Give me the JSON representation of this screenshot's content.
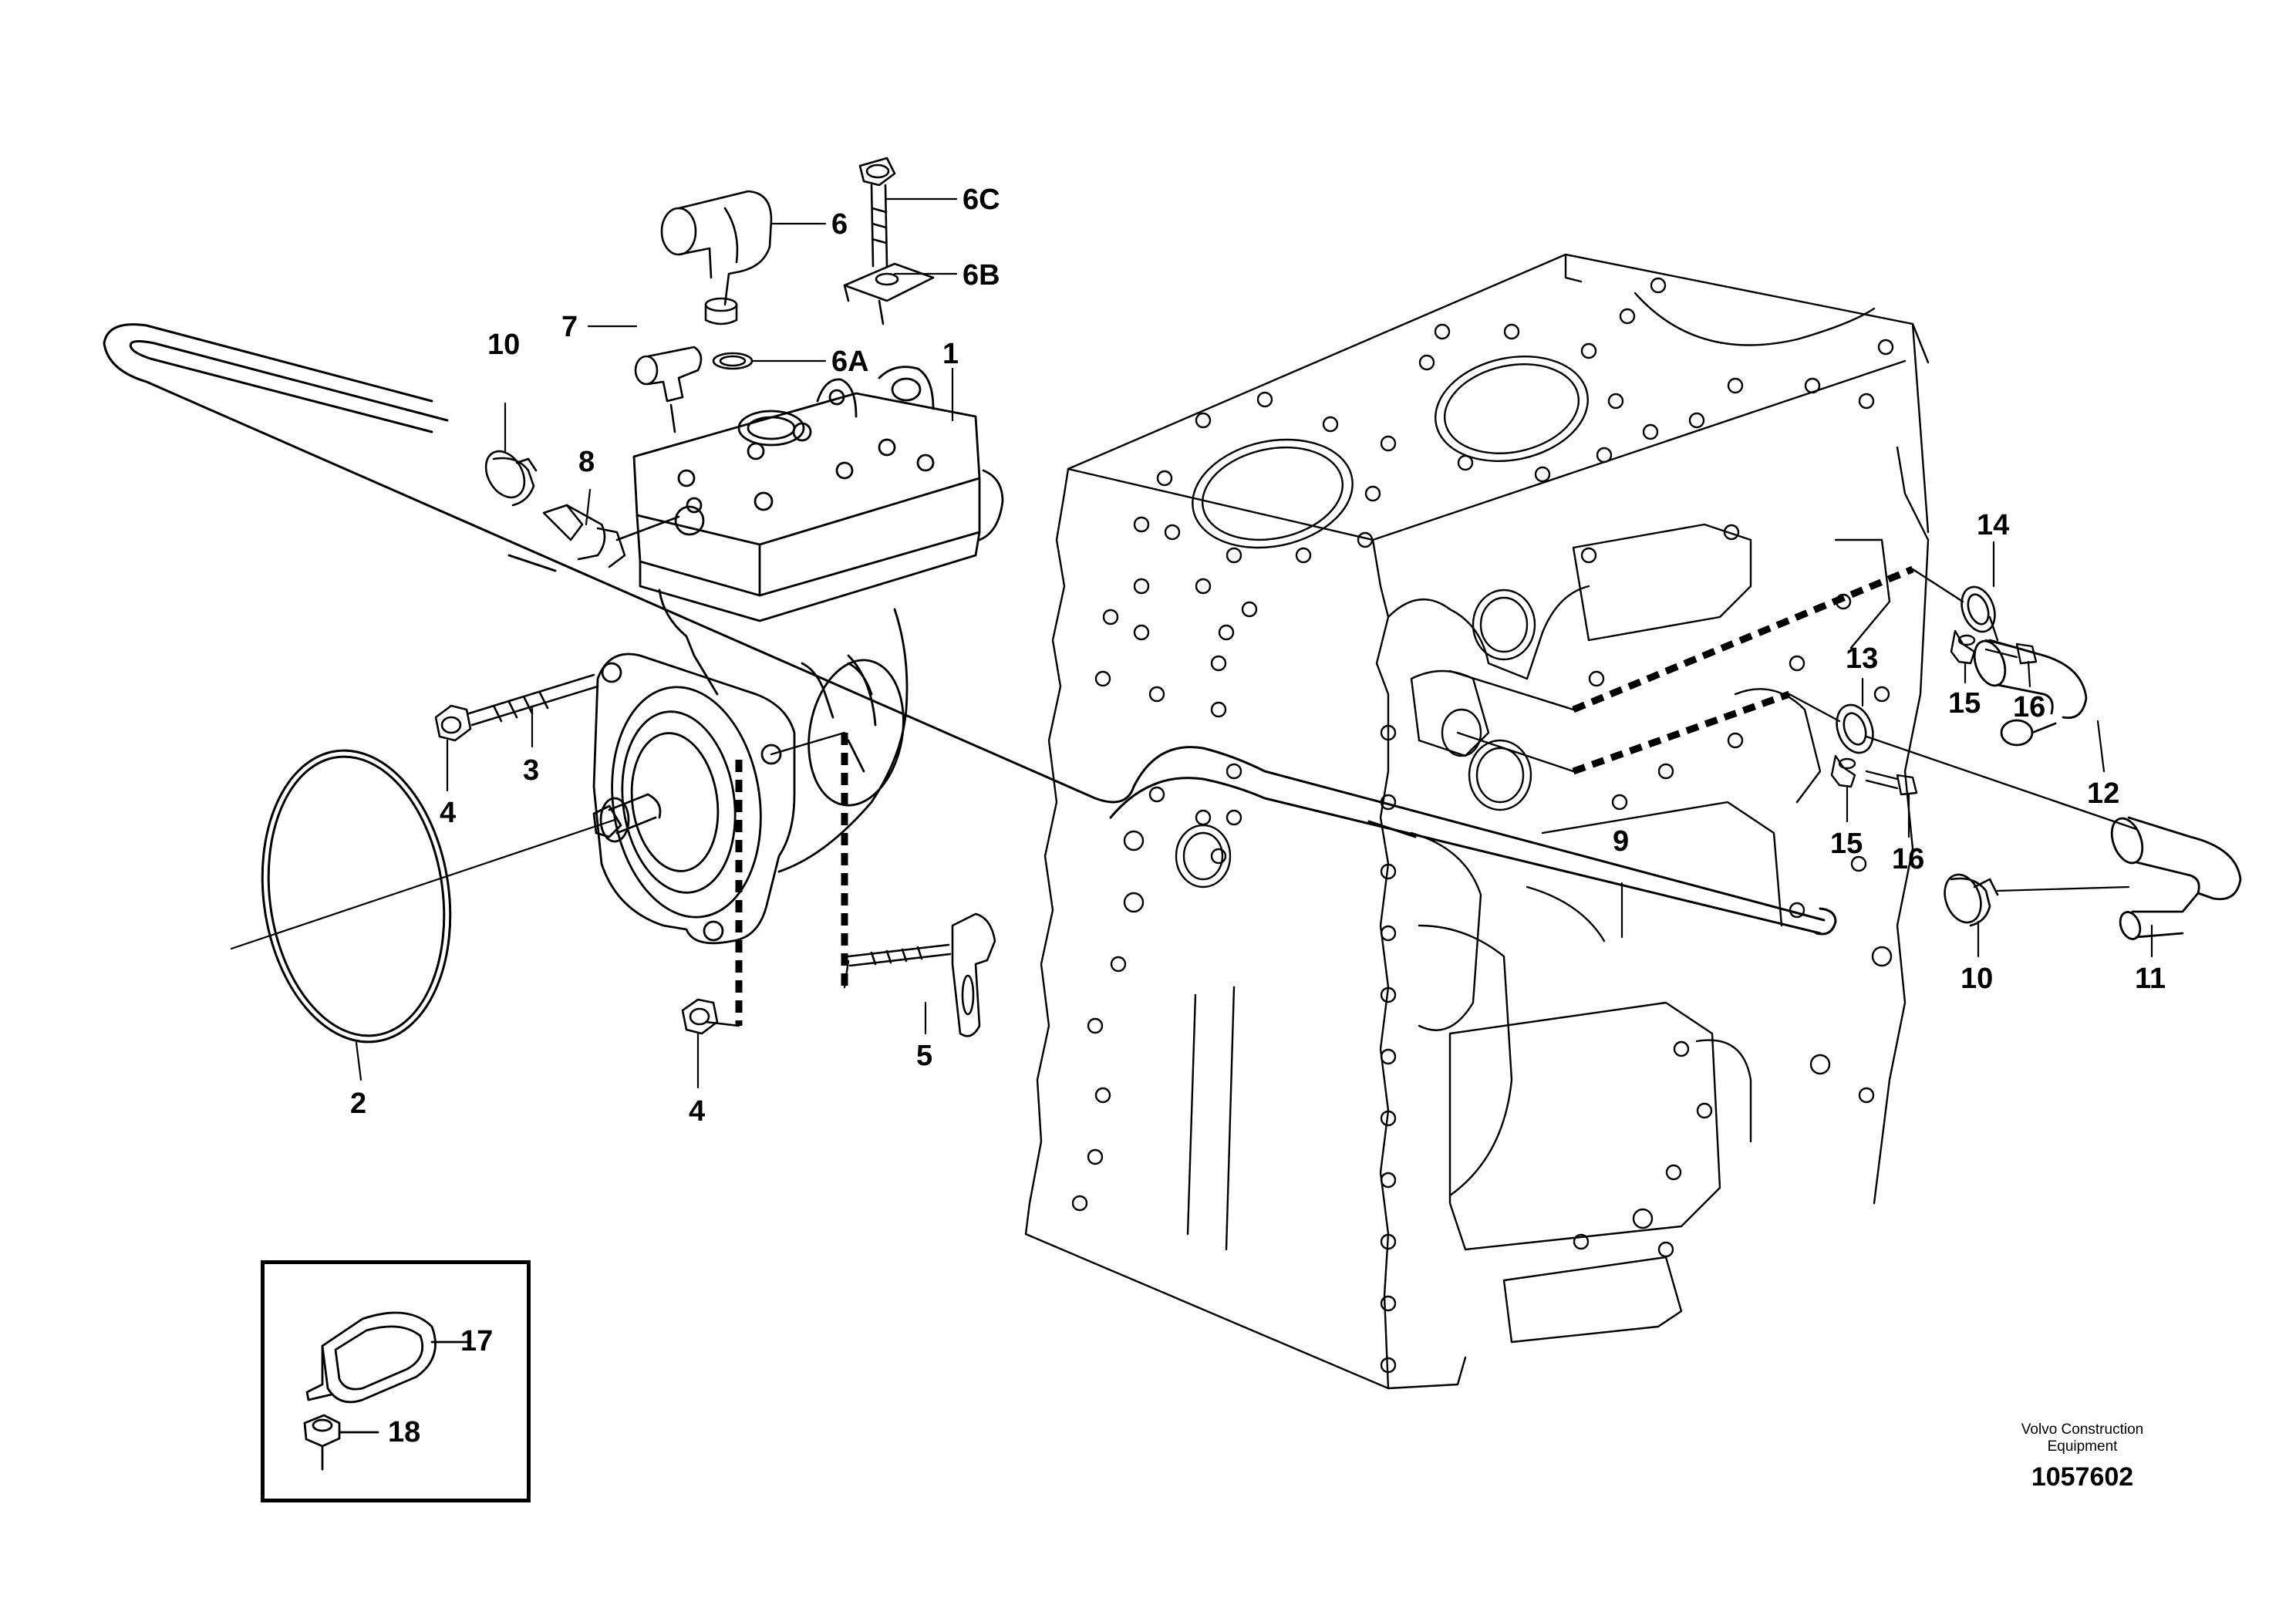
{
  "callouts": {
    "c1": "1",
    "c2": "2",
    "c3": "3",
    "c4a": "4",
    "c4b": "4",
    "c5": "5",
    "c6": "6",
    "c6a": "6A",
    "c6b": "6B",
    "c6c": "6C",
    "c7": "7",
    "c8": "8",
    "c9": "9",
    "c10a": "10",
    "c10b": "10",
    "c11": "11",
    "c12": "12",
    "c13": "13",
    "c14": "14",
    "c15a": "15",
    "c15b": "15",
    "c16a": "16",
    "c16b": "16",
    "c17": "17",
    "c18": "18"
  },
  "credit": {
    "line1": "Volvo Construction",
    "line2": "Equipment",
    "number": "1057602"
  },
  "colors": {
    "ink": "#000000",
    "paper": "#ffffff"
  }
}
